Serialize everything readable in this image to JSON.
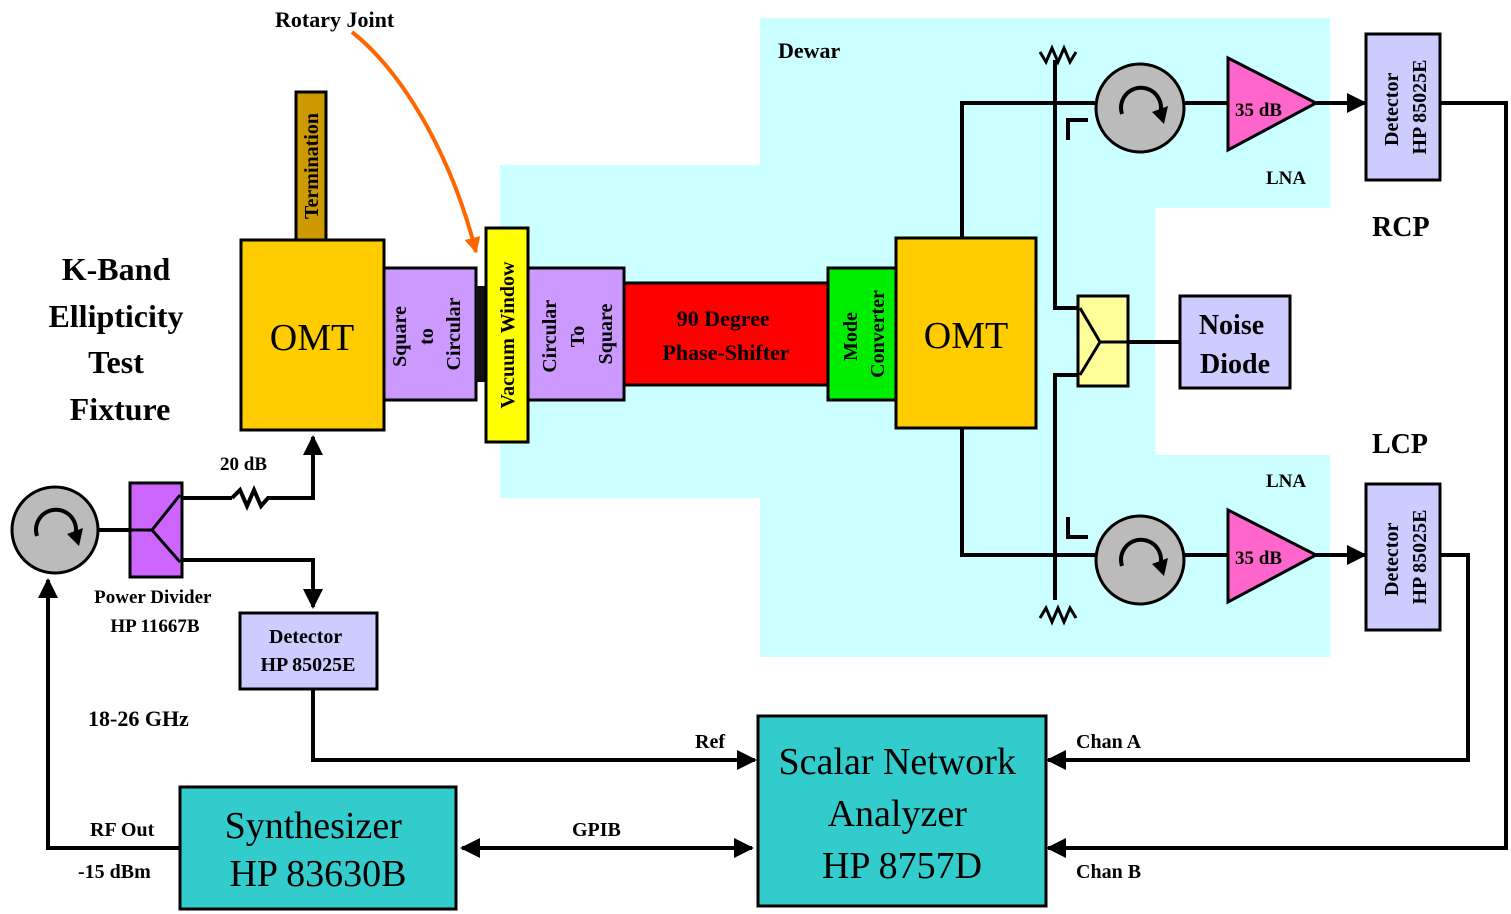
{
  "title": [
    "K-Band",
    "Ellipticity",
    "Test",
    "Fixture"
  ],
  "freq_range": "18-26 GHz",
  "rotary_joint": "Rotary Joint",
  "dewar": "Dewar",
  "termination": "Termination",
  "omt_left": "OMT",
  "square_to_circular": [
    "Square",
    "to",
    "Circular"
  ],
  "vacuum_window": "Vacuum Window",
  "circular_to_square": [
    "Circular",
    "To",
    "Square"
  ],
  "phase_shifter": [
    "90 Degree",
    "Phase-Shifter"
  ],
  "mode_converter": [
    "Mode",
    "Converter"
  ],
  "omt_right": "OMT",
  "noise_diode": [
    "Noise",
    "Diode"
  ],
  "lna_gain_top": "35 dB",
  "lna_gain_bottom": "35 dB",
  "lna_top": "LNA",
  "lna_bottom": "LNA",
  "rcp": "RCP",
  "lcp": "LCP",
  "detector_rcp": [
    "Detector",
    "HP 85025E"
  ],
  "detector_lcp": [
    "Detector",
    "HP 85025E"
  ],
  "detector_ref": [
    "Detector",
    "HP 85025E"
  ],
  "attenuator": "20 dB",
  "power_divider": [
    "Power Divider",
    "HP 11667B"
  ],
  "synthesizer": [
    "Synthesizer",
    "HP 83630B"
  ],
  "rf_out": "RF Out",
  "rf_level": "-15 dBm",
  "gpib": "GPIB",
  "analyzer": [
    "Scalar Network",
    "Analyzer",
    "HP 8757D"
  ],
  "ref": "Ref",
  "chan_a": "Chan A",
  "chan_b": "Chan B",
  "colors": {
    "dewar": "#ccffff",
    "omt": "#ffcc00",
    "transition": "#cc99ff",
    "vacuum_window": "#ffff00",
    "phase_shifter": "#ff0000",
    "mode_converter": "#00ee00",
    "termination": "#cc9900",
    "lna": "#ff66cc",
    "detector": "#ccccff",
    "instrument": "#33cccc",
    "circulator": "#bbbbbb",
    "hybrid": "#ffff99",
    "power_divider": "#cc66ff",
    "arrow": "#ff6600"
  }
}
